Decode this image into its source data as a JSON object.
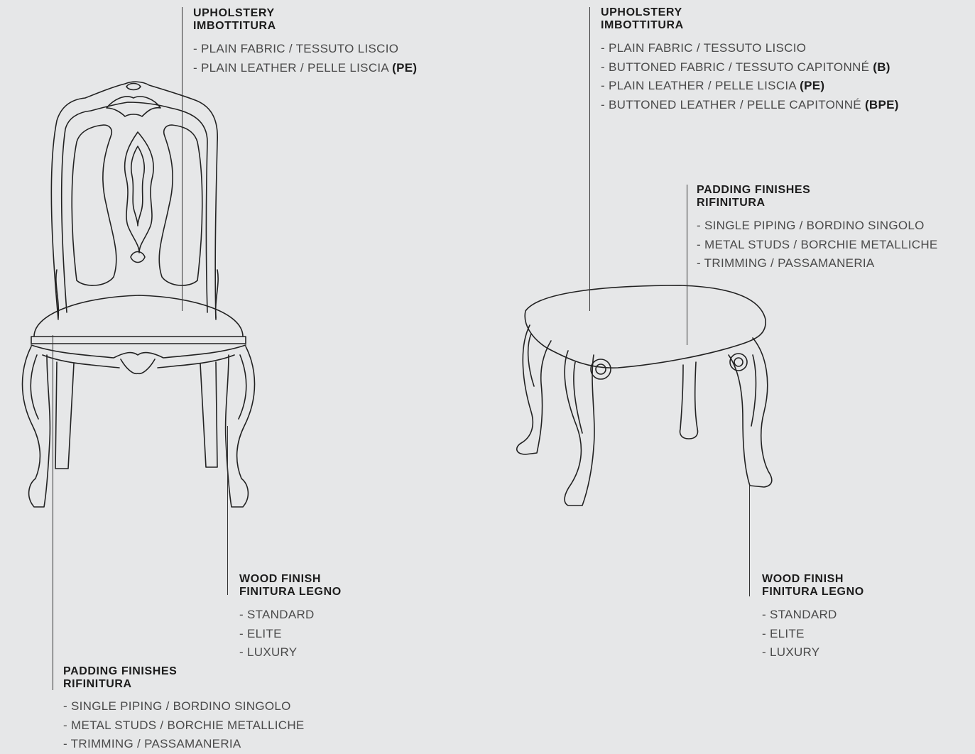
{
  "chair": {
    "upholstery": {
      "title_en": "UPHOLSTERY",
      "title_it": "IMBOTTITURA",
      "items": [
        {
          "text": "- PLAIN FABRIC / TESSUTO LISCIO",
          "code": ""
        },
        {
          "text": "- PLAIN LEATHER / PELLE LISCIA ",
          "code": "(PE)"
        }
      ]
    },
    "wood_finish": {
      "title_en": "WOOD FINISH",
      "title_it": "FINITURA LEGNO",
      "items": [
        {
          "text": "- STANDARD",
          "code": ""
        },
        {
          "text": "- ELITE",
          "code": ""
        },
        {
          "text": "- LUXURY",
          "code": ""
        }
      ]
    },
    "padding_finishes": {
      "title_en": "PADDING FINISHES",
      "title_it": "RIFINITURA",
      "items": [
        {
          "text": "- SINGLE PIPING / BORDINO SINGOLO",
          "code": ""
        },
        {
          "text": "- METAL STUDS / BORCHIE METALLICHE",
          "code": ""
        },
        {
          "text": "- TRIMMING / PASSAMANERIA",
          "code": ""
        }
      ]
    }
  },
  "stool": {
    "upholstery": {
      "title_en": "UPHOLSTERY",
      "title_it": "IMBOTTITURA",
      "items": [
        {
          "text": "- PLAIN FABRIC  / TESSUTO LISCIO",
          "code": ""
        },
        {
          "text": "- BUTTONED FABRIC / TESSUTO CAPITONNÉ ",
          "code": "(B)"
        },
        {
          "text": "- PLAIN LEATHER / PELLE LISCIA ",
          "code": "(PE)"
        },
        {
          "text": "- BUTTONED LEATHER / PELLE CAPITONNÉ ",
          "code": "(BPE)"
        }
      ]
    },
    "padding_finishes": {
      "title_en": "PADDING FINISHES",
      "title_it": "RIFINITURA",
      "items": [
        {
          "text": "- SINGLE PIPING / BORDINO SINGOLO",
          "code": ""
        },
        {
          "text": "- METAL STUDS / BORCHIE METALLICHE",
          "code": ""
        },
        {
          "text": "- TRIMMING / PASSAMANERIA",
          "code": ""
        }
      ]
    },
    "wood_finish": {
      "title_en": "WOOD FINISH",
      "title_it": "FINITURA LEGNO",
      "items": [
        {
          "text": "- STANDARD",
          "code": ""
        },
        {
          "text": "- ELITE",
          "code": ""
        },
        {
          "text": "- LUXURY",
          "code": ""
        }
      ]
    }
  },
  "colors": {
    "background": "#e6e7e8",
    "line": "#333333",
    "heading": "#1c1c1c",
    "body_text": "#4a4a4a"
  }
}
